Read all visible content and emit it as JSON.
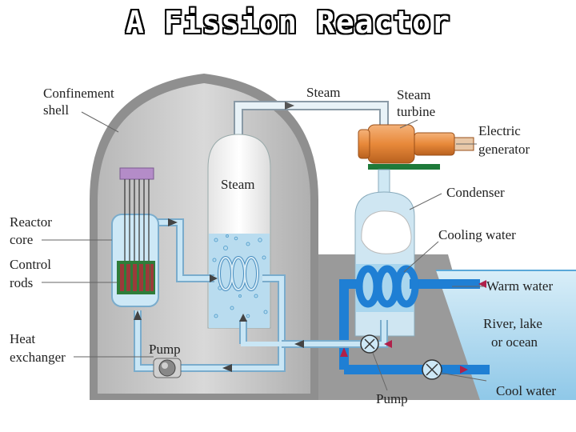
{
  "title": "A Fission Reactor",
  "labels": {
    "confinement_shell_1": "Confinement",
    "confinement_shell_2": "shell",
    "steam_top": "Steam",
    "steam_turbine_1": "Steam",
    "steam_turbine_2": "turbine",
    "electric_generator_1": "Electric",
    "electric_generator_2": "generator",
    "steam_inner": "Steam",
    "condenser": "Condenser",
    "reactor_core_1": "Reactor",
    "reactor_core_2": "core",
    "cooling_water": "Cooling water",
    "control_rods_1": "Control",
    "control_rods_2": "rods",
    "warm_water": "Warm water",
    "river_1": "River, lake",
    "river_2": "or ocean",
    "heat_exchanger_1": "Heat",
    "heat_exchanger_2": "exchanger",
    "pump_inner": "Pump",
    "pump_bottom": "Pump",
    "cool_water": "Cool water"
  },
  "colors": {
    "shell_outer": "#8f8f8f",
    "shell_inner": "#c8c8c8",
    "pipe_dark": "#1f7fd4",
    "pipe_light": "#bfe0f0",
    "water": "#a9d6ee",
    "turbine": "#e8893a",
    "arrow_red": "#b0204a"
  }
}
